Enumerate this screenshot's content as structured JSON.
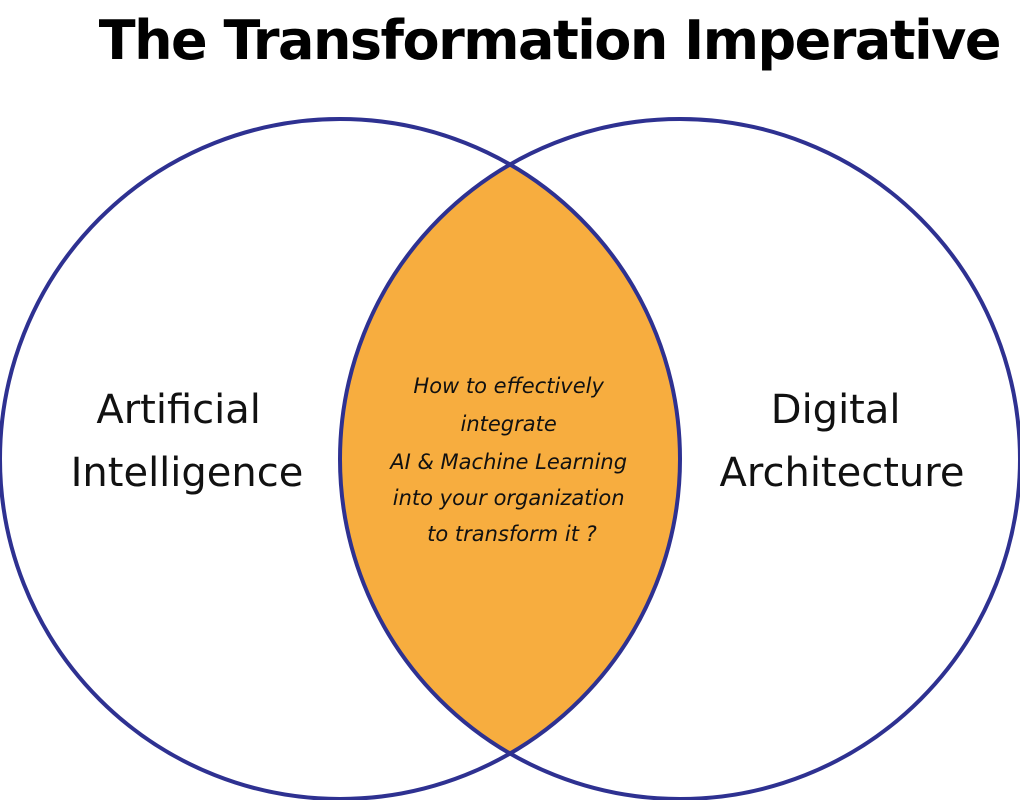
{
  "title": "The Transformation Imperative",
  "left_circle": {
    "lines": [
      "Artificial",
      "Intelligence"
    ]
  },
  "right_circle": {
    "lines": [
      "Digital",
      "Architecture"
    ]
  },
  "intersection": {
    "lines": [
      "How to effectively",
      "integrate",
      "AI & Machine Learning",
      "into your organization",
      "to transform it ?"
    ]
  },
  "colors": {
    "circle_stroke": "#2e3191",
    "intersection_fill": "#f7ad3f",
    "background": "#ffffff",
    "text": "#111111"
  }
}
